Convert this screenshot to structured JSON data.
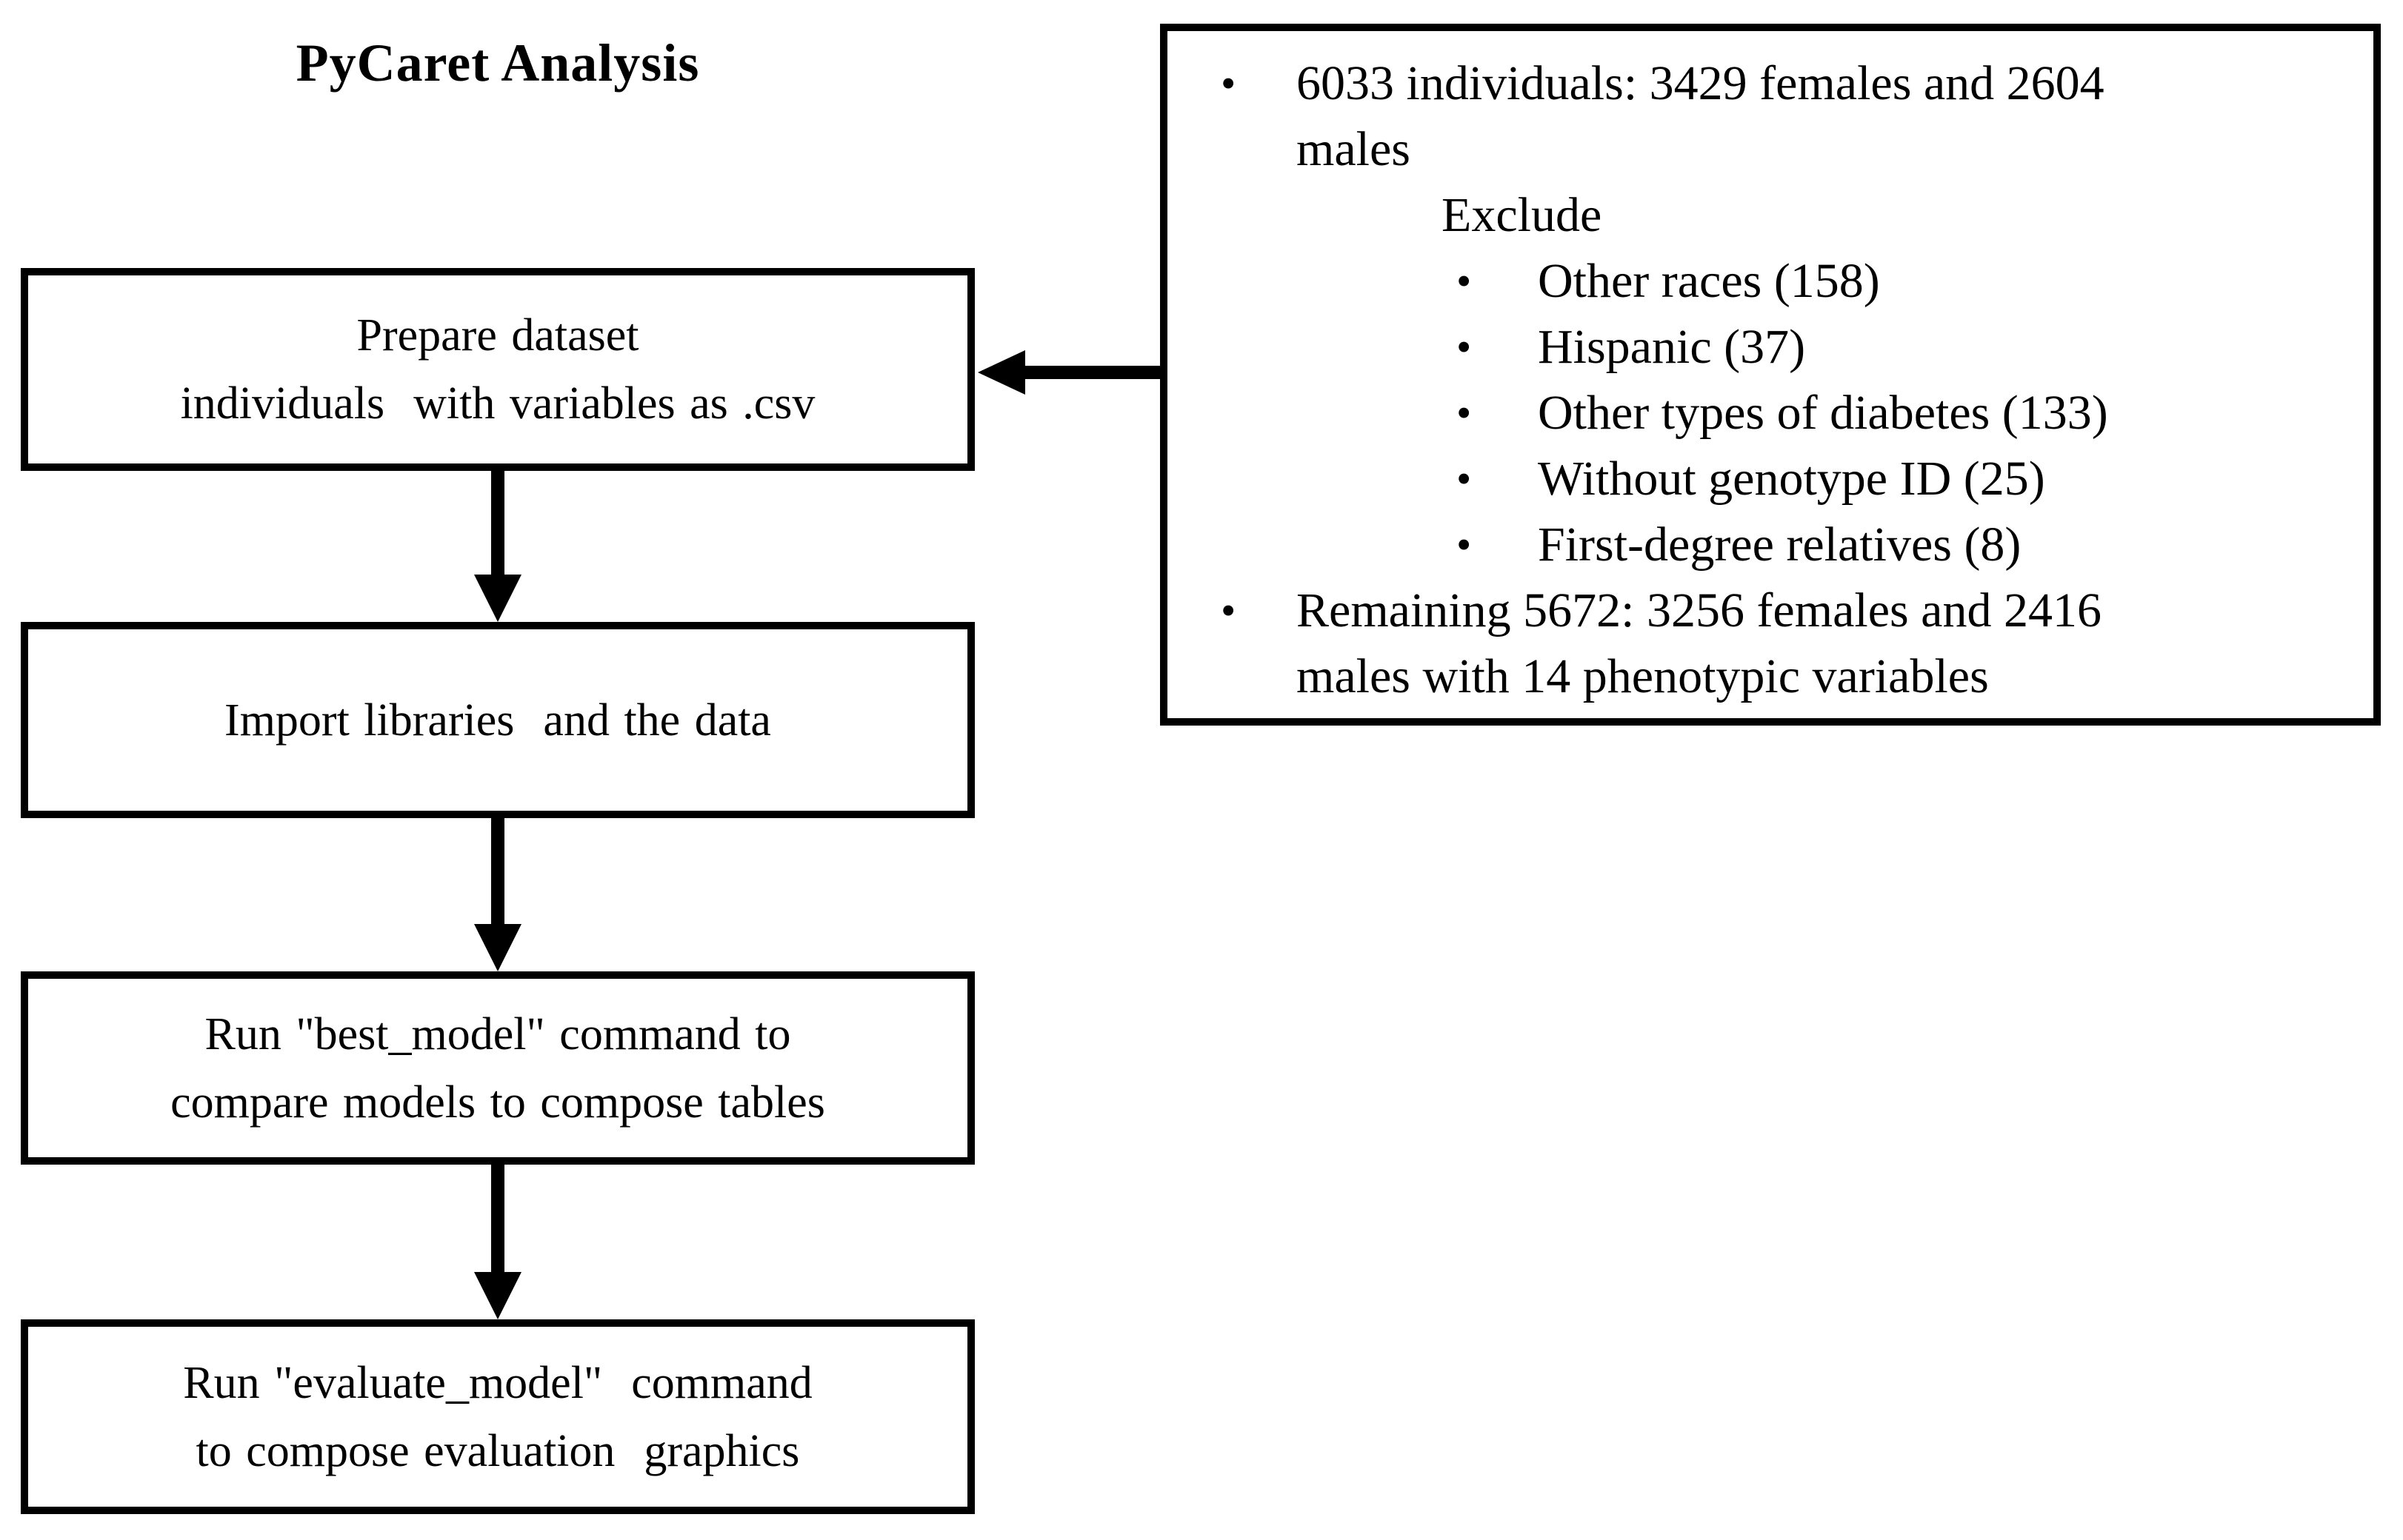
{
  "title": "PyCaret Analysis",
  "colors": {
    "ink": "#000000",
    "background": "#ffffff"
  },
  "icons": {
    "bullet": "•"
  },
  "flow": {
    "steps": [
      {
        "id": "prepare-dataset",
        "lines": [
          "Prepare dataset",
          "individuals  with variables as .csv"
        ]
      },
      {
        "id": "import-libraries",
        "lines": [
          "Import libraries  and the data"
        ]
      },
      {
        "id": "best-model",
        "lines": [
          "Run \"best_model\" command to",
          "compare models to compose tables"
        ]
      },
      {
        "id": "evaluate-model",
        "lines": [
          "Run \"evaluate_model\"  command",
          "to compose evaluation  graphics"
        ]
      }
    ]
  },
  "panel": {
    "lines": [
      {
        "bullet": true,
        "level": 1,
        "text": "6033 individuals: 3429 females and 2604"
      },
      {
        "bullet": false,
        "level": 1,
        "text": "males"
      },
      {
        "bullet": false,
        "level": 2,
        "text": "Exclude"
      },
      {
        "bullet": true,
        "level": 3,
        "text": "Other races (158)"
      },
      {
        "bullet": true,
        "level": 3,
        "text": "Hispanic (37)"
      },
      {
        "bullet": true,
        "level": 3,
        "text": "Other types of diabetes (133)"
      },
      {
        "bullet": true,
        "level": 3,
        "text": "Without genotype ID (25)"
      },
      {
        "bullet": true,
        "level": 3,
        "text": "First-degree relatives (8)"
      },
      {
        "bullet": true,
        "level": 1,
        "text": "Remaining 5672: 3256 females and 2416"
      },
      {
        "bullet": false,
        "level": 1,
        "text": "males with 14 phenotypic variables"
      }
    ]
  }
}
